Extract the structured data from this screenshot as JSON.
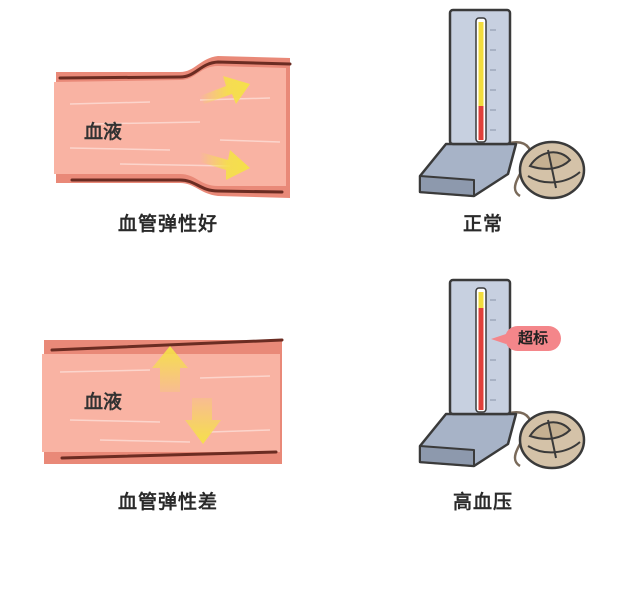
{
  "panels": {
    "elastic_vessel": {
      "label": "血液",
      "caption": "血管弹性好"
    },
    "normal_gauge": {
      "caption": "正常"
    },
    "stiff_vessel": {
      "label": "血液",
      "caption": "血管弹性差"
    },
    "high_gauge": {
      "caption": "高血压",
      "badge": "超标"
    }
  },
  "colors": {
    "vessel_fill": "#f9b3a3",
    "vessel_wall": "#e98978",
    "vessel_outline": "#6b2c22",
    "arrow": "#f5e04a",
    "gauge_panel": "#c7d0e0",
    "mercury_normal": "#f2dc3c",
    "mercury_high": "#e0403a",
    "badge": "#f4868a",
    "bulb": "#d4c2a8"
  }
}
